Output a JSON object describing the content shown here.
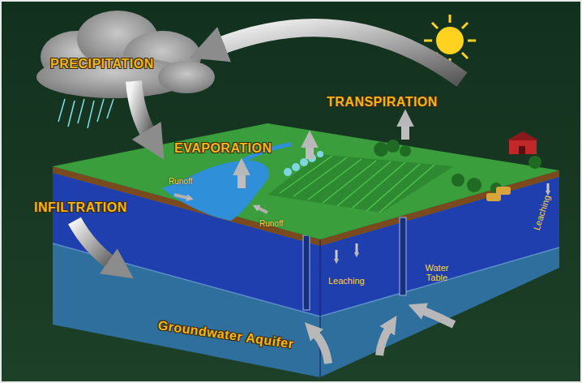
{
  "diagram": {
    "labels": [
      "PRECIPITATION",
      "TRANSPIRATION",
      "EVAPORATION",
      "INFILTRATION",
      "Runoff",
      "Runoff",
      "Leaching",
      "Water Table",
      "Leaching",
      "Groundwater Aquifer"
    ]
  }
}
